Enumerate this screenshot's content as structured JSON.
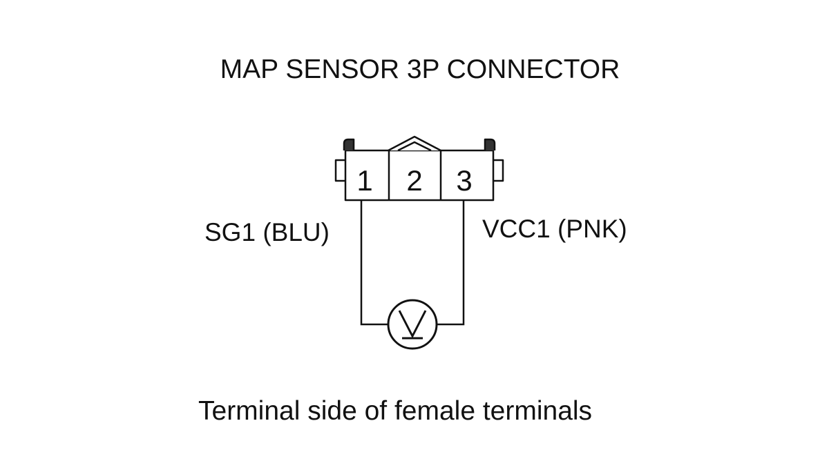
{
  "title": "MAP SENSOR 3P CONNECTOR",
  "connector": {
    "terminals": [
      "1",
      "2",
      "3"
    ]
  },
  "pins": {
    "left_label": "SG1 (BLU)",
    "right_label": "VCC1 (PNK)"
  },
  "meter": {
    "icon": "voltmeter-icon",
    "symbol": "V"
  },
  "caption": "Terminal side of female terminals"
}
